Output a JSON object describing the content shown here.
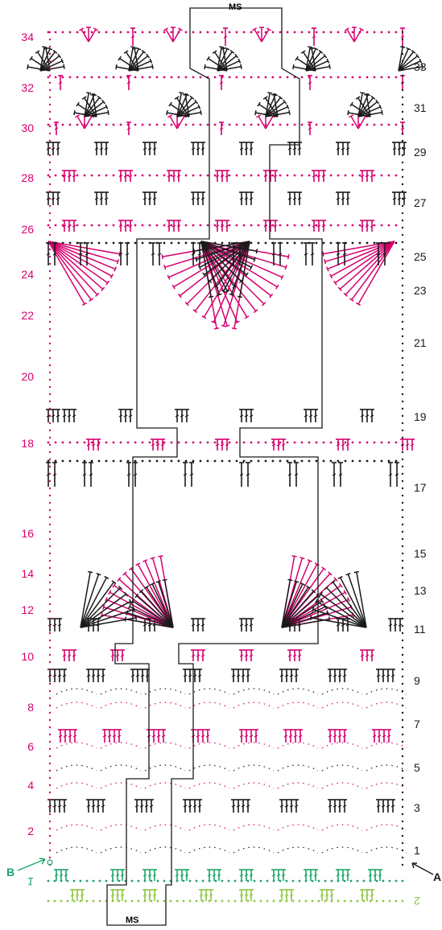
{
  "colors": {
    "black": "#1a1a1a",
    "magenta": "#d6006f",
    "green": "#1aa56a",
    "lightgreen": "#8cc63f",
    "outline": "#1a1a1a"
  },
  "labels": {
    "ms_top": "MS",
    "ms_bottom": "MS",
    "marker_a": "A",
    "marker_b": "B",
    "foundation_row": "1",
    "foundation_row_2": "2"
  },
  "rows_left": [
    "34",
    "32",
    "30",
    "28",
    "26",
    "24",
    "22",
    "20",
    "18",
    "16",
    "14",
    "12",
    "10",
    "8",
    "6",
    "4",
    "2"
  ],
  "rows_right": [
    "33",
    "31",
    "29",
    "27",
    "25",
    "23",
    "21",
    "19",
    "17",
    "15",
    "13",
    "11",
    "9",
    "7",
    "5",
    "3",
    "1"
  ],
  "icons": {
    "stitch_chart": "crochet-stitch-chart-icon",
    "arrow": "arrow-icon"
  }
}
